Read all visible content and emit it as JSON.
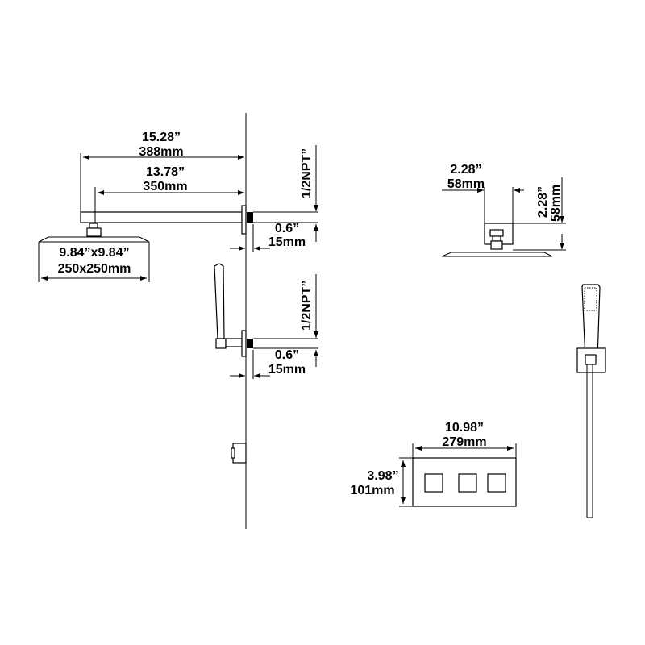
{
  "arm": {
    "total_in": "15.28”",
    "total_mm": "388mm",
    "reach_in": "13.78”",
    "reach_mm": "350mm",
    "thread": "1/2NPT”",
    "offset_in": "0.6”",
    "offset_mm": "15mm"
  },
  "head": {
    "size_in": "9.84”x9.84”",
    "size_mm": "250x250mm"
  },
  "hand_outlet": {
    "thread": "1/2NPT”",
    "offset_in": "0.6”",
    "offset_mm": "15mm"
  },
  "side_view": {
    "width_in": "2.28”",
    "width_mm": "58mm",
    "height_in": "2.28”",
    "height_mm": "58mm"
  },
  "control_panel": {
    "width_in": "10.98”",
    "width_mm": "279mm",
    "height_in": "3.98”",
    "height_mm": "101mm"
  },
  "colors": {
    "line": "#000000",
    "background": "#ffffff"
  }
}
